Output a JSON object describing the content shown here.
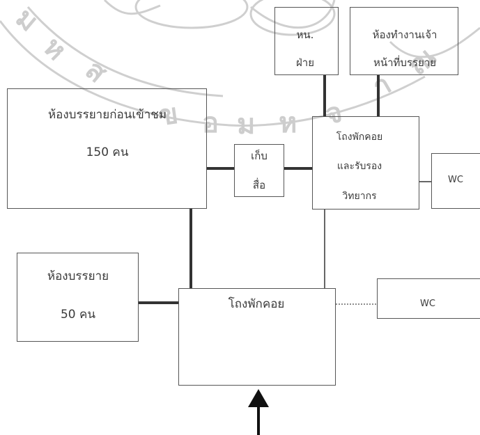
{
  "rooms": {
    "head_of_department": {
      "line1": "หน.",
      "line2": "ฝ่าย"
    },
    "staff_office": {
      "line1": "ห้องทำงานเจ้า",
      "line2": "หน้าที่บรรยาย"
    },
    "pre_visit_lecture_room": {
      "name": "ห้องบรรยายก่อนเข้าชม",
      "capacity": "150 คน"
    },
    "storage": {
      "line1": "เก็บ",
      "line2": "สื่อ"
    },
    "waiting_reception_hall": {
      "line1": "โถงพักคอย",
      "line2": "และรับรอง",
      "line3": "วิทยากร"
    },
    "wc_upper": {
      "label": "WC"
    },
    "lecture_room_small": {
      "name": "ห้องบรรยาย",
      "capacity": "50 คน"
    },
    "waiting_hall": {
      "name": "โถงพักคอย"
    },
    "wc_lower": {
      "label": "WC"
    }
  },
  "colors": {
    "line": "#333333",
    "box_border": "#555555",
    "watermark": "#c8c8c8"
  }
}
